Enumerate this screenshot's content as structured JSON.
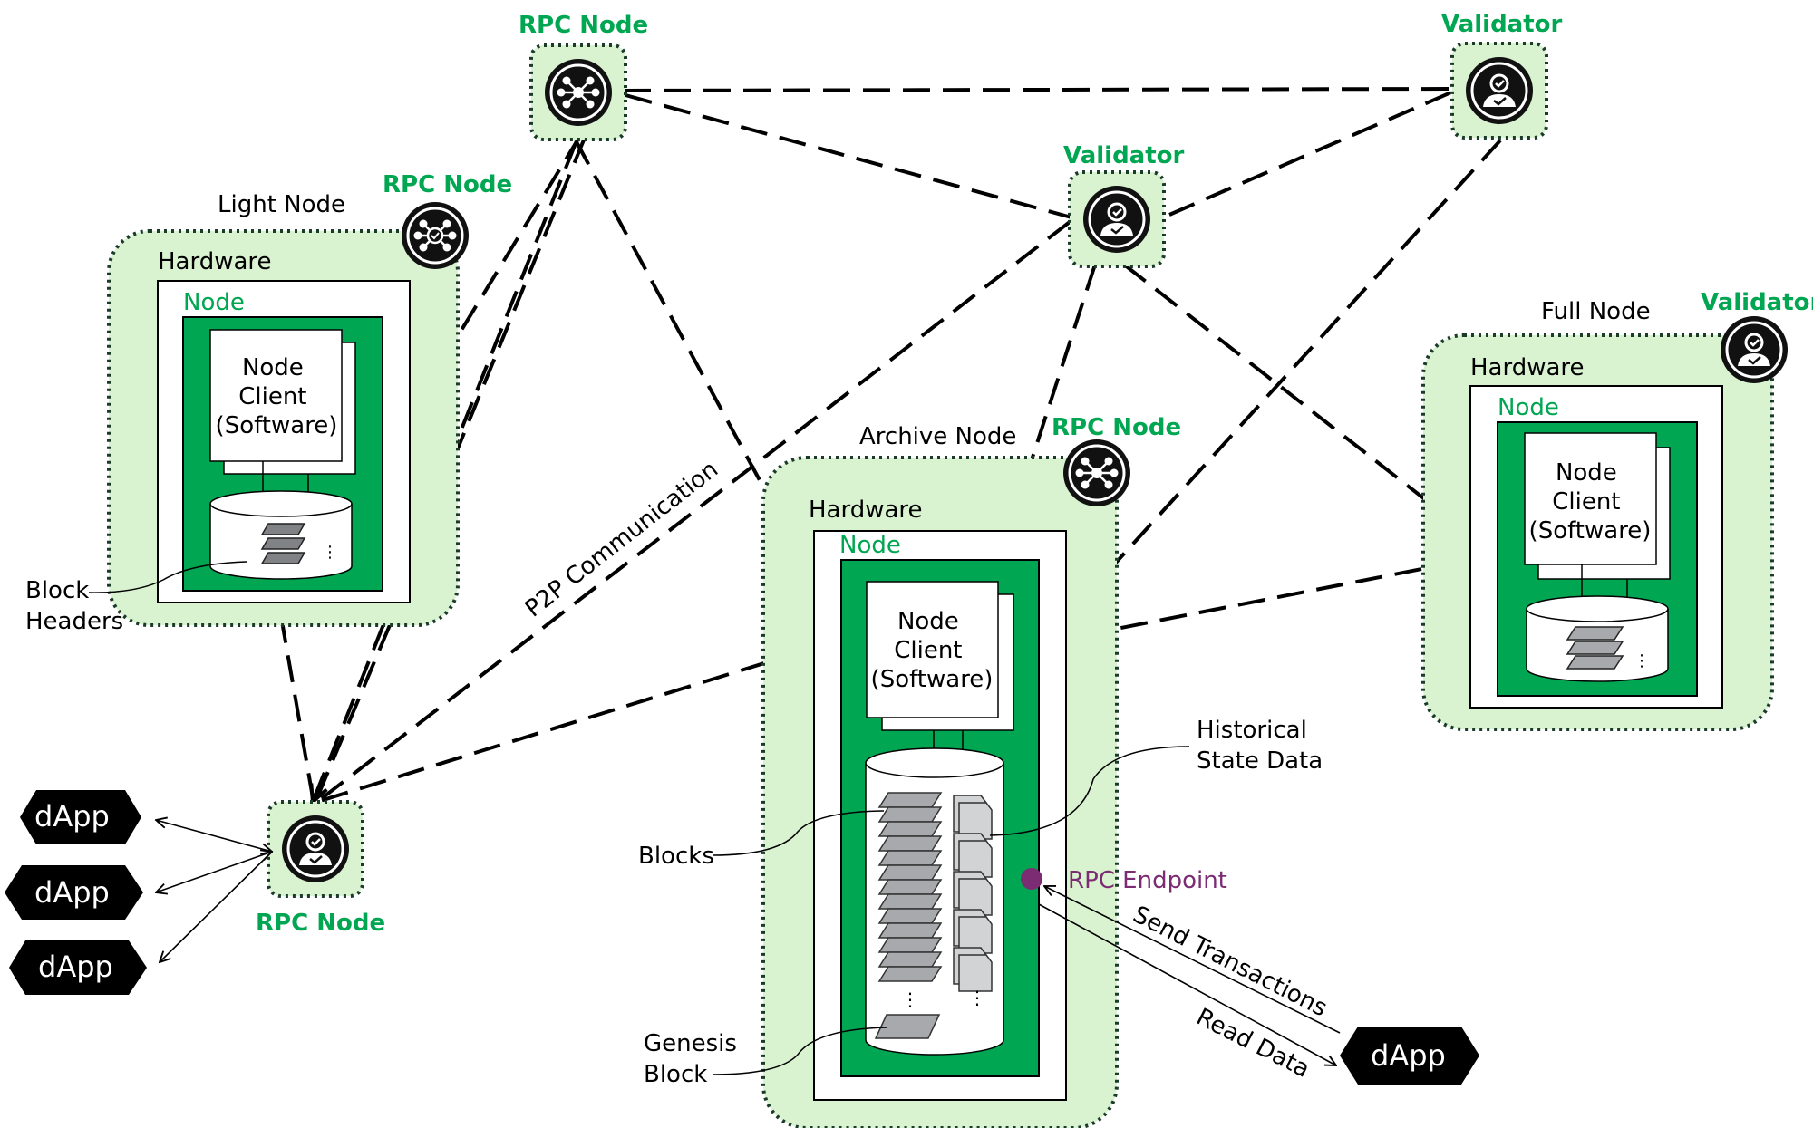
{
  "colors": {
    "accent_green": "#00a651",
    "light_green": "#d9f2d0",
    "rpc_endpoint": "#7b2c73",
    "black": "#000000"
  },
  "labels": {
    "light_node": "Light Node",
    "archive_node": "Archive Node",
    "full_node": "Full Node",
    "hardware": "Hardware",
    "node": "Node",
    "node_client": [
      "Node",
      "Client",
      "(Software)"
    ],
    "block_headers": [
      "Block",
      "Headers"
    ],
    "blocks": "Blocks",
    "genesis_block": [
      "Genesis",
      "Block"
    ],
    "historical_state_data": [
      "Historical",
      "State Data"
    ],
    "rpc_endpoint": "RPC Endpoint",
    "send_transactions": "Send Transactions",
    "read_data": "Read Data",
    "p2p": "P2P Communication",
    "rpc_node": "RPC Node",
    "validator": "Validator",
    "dapp": "dApp"
  },
  "icons": {
    "rpc": "network-hub-icon",
    "validator": "user-check-icon",
    "database": "database-cylinder-icon"
  }
}
